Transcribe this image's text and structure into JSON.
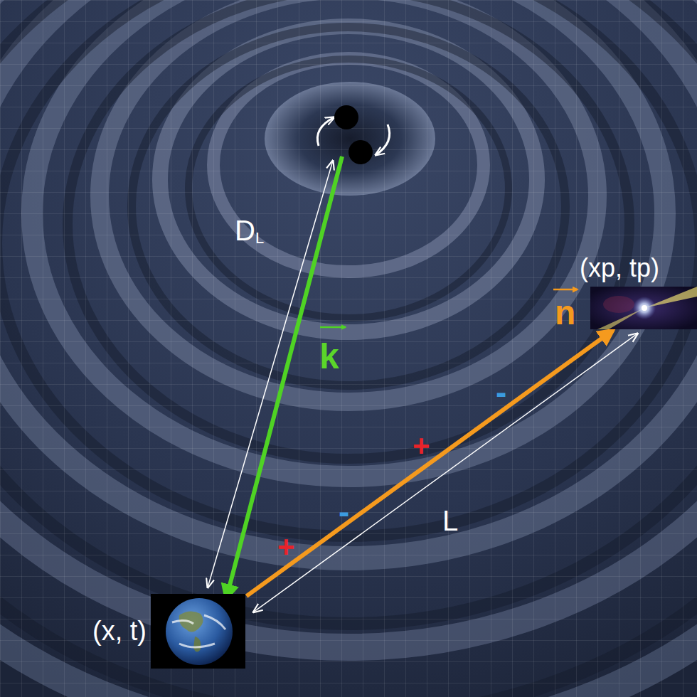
{
  "diagram": {
    "nodes": [
      {
        "text": [
          "(xp, tp)"
        ]
      },
      {
        "text": [
          "(x, t)"
        ]
      }
    ],
    "edges": [
      {
        "from": 1,
        "to": 0,
        "arrow": "to"
      },
      {
        "from": 1,
        "to": 0,
        "arrow": "both",
        "label": "L"
      }
    ],
    "labels": [
      "DL",
      "k",
      "n",
      "-",
      "+",
      "-",
      "+"
    ]
  }
}
